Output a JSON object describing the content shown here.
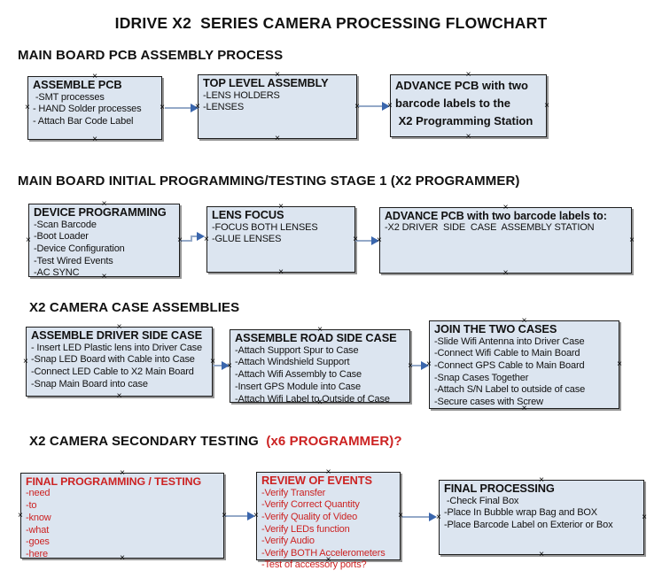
{
  "title": "IDRIVE X2  SERIES CAMERA PROCESSING FLOWCHART",
  "icons": {
    "connection_handle": "×"
  },
  "colors": {
    "box_fill": "#dce5f0",
    "box_border": "#1c1c1c",
    "red_text": "#cc2222",
    "arrow_line": "#94a9c8",
    "arrow_head": "#3a66ad"
  },
  "sections": [
    {
      "heading": "MAIN BOARD PCB ASSEMBLY PROCESS",
      "boxes": [
        {
          "title": "ASSEMBLE PCB",
          "items": [
            " -SMT processes",
            "- HAND Solder processes",
            "- Attach Bar Code Label"
          ]
        },
        {
          "title": "TOP LEVEL ASSEMBLY",
          "items": [
            "-LENS HOLDERS",
            "-LENSES"
          ]
        },
        {
          "title_lines": [
            "ADVANCE PCB with two",
            "barcode labels to the",
            " X2 Programming Station"
          ]
        }
      ]
    },
    {
      "heading": "MAIN BOARD INITIAL PROGRAMMING/TESTING STAGE 1 (X2 PROGRAMMER)",
      "boxes": [
        {
          "title": "DEVICE PROGRAMMING",
          "items": [
            "-Scan Barcode",
            "-Boot Loader",
            "-Device Configuration",
            "-Test Wired Events",
            "-AC SYNC"
          ]
        },
        {
          "title": "LENS FOCUS",
          "items": [
            "-FOCUS BOTH LENSES",
            "-GLUE LENSES"
          ]
        },
        {
          "title": "ADVANCE PCB with two barcode labels to:",
          "items": [
            "-X2 DRIVER  SIDE  CASE  ASSEMBLY STATION"
          ]
        }
      ]
    },
    {
      "heading": "X2 CAMERA CASE ASSEMBLIES",
      "boxes": [
        {
          "title": "ASSEMBLE DRIVER SIDE CASE",
          "items": [
            "- Insert LED Plastic lens into Driver Case",
            "-Snap LED Board with Cable into Case",
            "-Connect LED Cable to X2 Main Board",
            "-Snap Main Board into case"
          ]
        },
        {
          "title": "ASSEMBLE ROAD SIDE CASE",
          "items": [
            "-Attach Support Spur to Case",
            "-Attach Windshield Support",
            "-Attach Wifi Assembly to Case",
            "-Insert GPS Module into Case",
            "-Attach Wifi Label to Outside of Case"
          ]
        },
        {
          "title": "JOIN THE TWO CASES",
          "items": [
            "-Slide Wifi Antenna into Driver Case",
            "-Connect Wifi Cable to Main Board",
            "-Connect GPS Cable to Main Board",
            "-Snap Cases Together",
            "-Attach S/N Label to outside of case",
            "-Secure cases with Screw"
          ]
        }
      ]
    },
    {
      "heading": "X2 CAMERA SECONDARY TESTING",
      "heading_suffix": "  (x6 PROGRAMMER)?",
      "boxes": [
        {
          "title": "FINAL PROGRAMMING / TESTING",
          "items": [
            "-need",
            "-to",
            "-know",
            "-what",
            "-goes",
            "-here"
          ]
        },
        {
          "title": "REVIEW OF EVENTS",
          "items": [
            "-Verify Transfer",
            "-Verify Correct Quantity",
            "-Verify Quality of Video",
            "-Verify LEDs function",
            "-Verify Audio",
            "-Verify BOTH Accelerometers",
            "-Test of accessory ports?"
          ]
        },
        {
          "title": "FINAL PROCESSING",
          "items": [
            " -Check Final Box",
            "-Place In Bubble wrap Bag and BOX",
            "-Place Barcode Label on Exterior or Box"
          ]
        }
      ]
    }
  ]
}
